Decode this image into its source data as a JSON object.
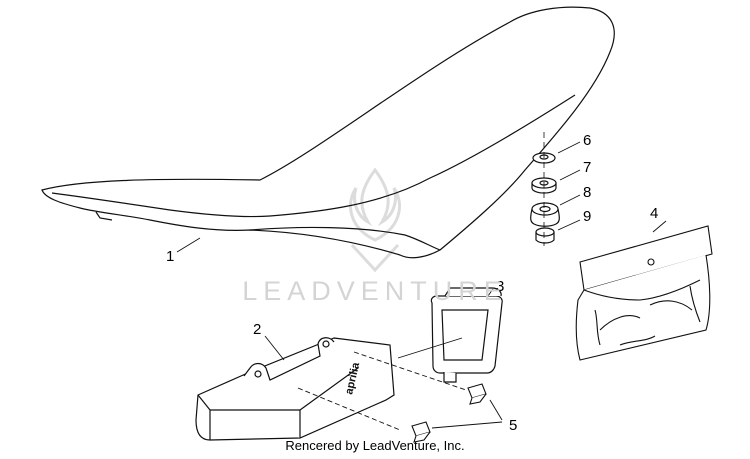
{
  "watermark": {
    "text": "LEADVENTURE"
  },
  "credit": {
    "text": "Rencered by LeadVenture, Inc."
  },
  "callouts": [
    "1",
    "2",
    "3",
    "4",
    "5",
    "6",
    "7",
    "8",
    "9"
  ],
  "parts": [
    "seat",
    "tool-box",
    "tool-box-frame",
    "tool-pouch",
    "screw",
    "washer",
    "spacer",
    "rubber-grommet",
    "nut"
  ],
  "toolbox_brand": "aprilia"
}
